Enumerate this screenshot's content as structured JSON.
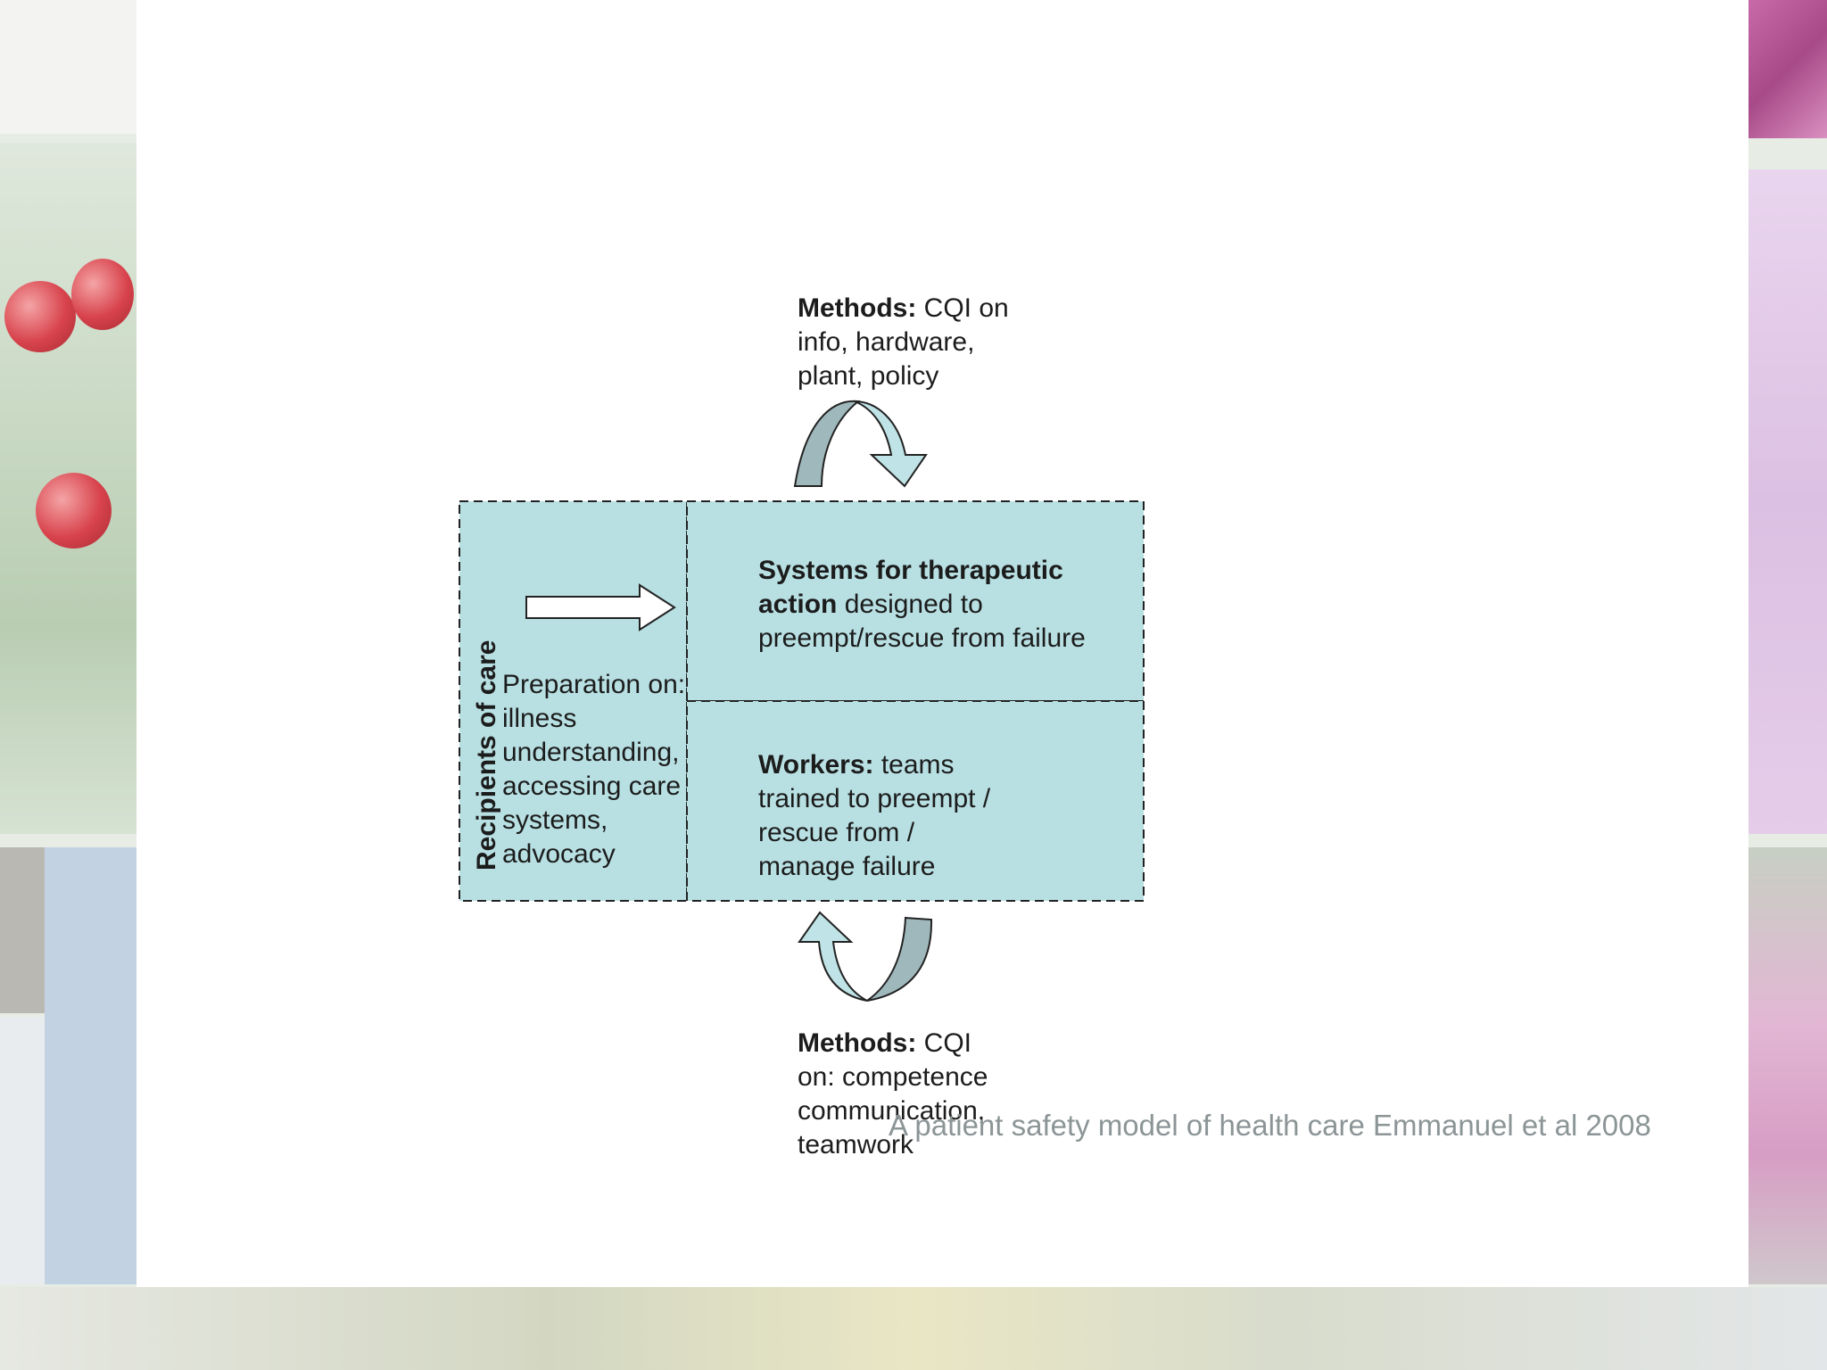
{
  "diagram": {
    "methods_top": {
      "bold": "Methods:",
      "line1_rest": " CQI on",
      "line2": "info, hardware,",
      "line3": "plant, policy"
    },
    "recipients_label": "Recipients of care",
    "preparation": {
      "line1": "Preparation on:",
      "line2": "illness",
      "line3": "understanding,",
      "line4": "accessing care",
      "line5": "systems,",
      "line6": "advocacy"
    },
    "systems": {
      "bold_line1": "Systems for therapeutic",
      "bold_line2": "action",
      "line2_rest": " designed to",
      "line3": "preempt/rescue from failure"
    },
    "workers": {
      "bold": "Workers:",
      "line1_rest": " teams",
      "line2": "trained to preempt /",
      "line3": "rescue from /",
      "line4": "manage failure"
    },
    "methods_bottom": {
      "bold": "Methods:",
      "line1_rest": " CQI",
      "line2": "on: competence",
      "line3": "communication,",
      "line4": "teamwork"
    }
  },
  "caption": "A patient safety model of health care Emmanuel et al 2008",
  "colors": {
    "box_fill": "#b8e0e3",
    "arrow_light": "#bfe3e6",
    "arrow_dark": "#9fb8bb",
    "caption": "#8c9596"
  }
}
